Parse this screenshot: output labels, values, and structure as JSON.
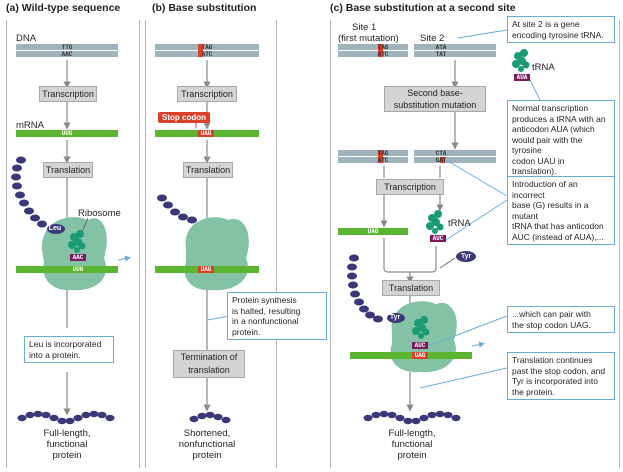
{
  "panels": {
    "a": {
      "title": "(a)  Wild-type sequence"
    },
    "b": {
      "title": "(b)  Base substitution"
    },
    "c": {
      "title": "(c)  Base substitution at a second site"
    }
  },
  "labels": {
    "dna": "DNA",
    "mrna": "mRNA",
    "ribosome": "Ribosome",
    "trna_1": "tRNA",
    "trna_2": "tRNA",
    "site1": "Site 1",
    "site1_sub": "(first mutation)",
    "site2": "Site 2"
  },
  "sequences": {
    "a_dna_top": "TTG",
    "a_dna_bottom": "AAC",
    "a_mrna": "UUG",
    "a_anticodon": "AAC",
    "a_codon_ribo": "UUG",
    "b_dna_top": "TAG",
    "b_dna_bottom": "ATC",
    "b_mrna": "UAG",
    "b_codon_ribo": "UAG",
    "c_site1_top": "TAG",
    "c_site1_bottom": "ATC",
    "c_site2_top": "ATA",
    "c_site2_bottom": "TAT",
    "c_trna_anticodon": "AUA",
    "c2_site1_top": "TAG",
    "c2_site1_bottom": "ATC",
    "c2_site2_top": "CTA",
    "c2_site2_bottom": "GAT",
    "c_mrna": "UAG",
    "c_mutant_anticodon": "AUC",
    "c_ribo_anticodon": "AUC",
    "c_ribo_codon": "UAG"
  },
  "amino_acids": {
    "leu": "Leu",
    "tyr_free": "Tyr",
    "tyr_ribo": "Tyr"
  },
  "process_boxes": {
    "a_transcription": "Transcription",
    "a_translation": "Translation",
    "b_transcription": "Transcription",
    "b_stop": "Stop codon",
    "b_translation": "Translation",
    "b_termination_1": "Termination of",
    "b_termination_2": "translation",
    "c_mutation_1": "Second base-",
    "c_mutation_2": "substitution mutation",
    "c_transcription": "Transcription",
    "c_translation": "Translation"
  },
  "callouts": {
    "a_leu": [
      "Leu is incorporated",
      "into a protein."
    ],
    "b_halted": [
      "Protein synthesis",
      "is halted, resulting",
      "in a nonfunctional",
      "protein."
    ],
    "c_site2": [
      "At site 2 is a gene",
      "encoding tyrosine tRNA."
    ],
    "c_normal": [
      "Normal transcription",
      "produces a tRNA with an",
      "anticodon AUA (which",
      "would pair with the tyrosine",
      "codon UAU in translation)."
    ],
    "c_incorrect": [
      "Introduction of an incorrect",
      "base (G) results in a mutant",
      "tRNA that has anticodon",
      "AUC (instead of AUA),..."
    ],
    "c_pair": [
      "...which can pair with",
      "the stop codon UAG."
    ],
    "c_continues": [
      "Translation continues",
      "past the stop codon, and",
      "Tyr is incorporated into",
      "the protein."
    ]
  },
  "captions": {
    "a": [
      "Full-length,",
      "functional",
      "protein"
    ],
    "b": [
      "Shortened,",
      "nonfunctional",
      "protein"
    ],
    "c": [
      "Full-length,",
      "functional",
      "protein"
    ]
  },
  "colors": {
    "dna": "#9fb3bd",
    "mrna": "#5cb531",
    "ribosome": "#84c2a6",
    "trna": "#1a9b73",
    "protein": "#3b3879",
    "anticodon": "#7b1a5f",
    "mutation": "#d9412b",
    "callout_border": "#6aaed6",
    "process_box": "#d4d4d4"
  }
}
